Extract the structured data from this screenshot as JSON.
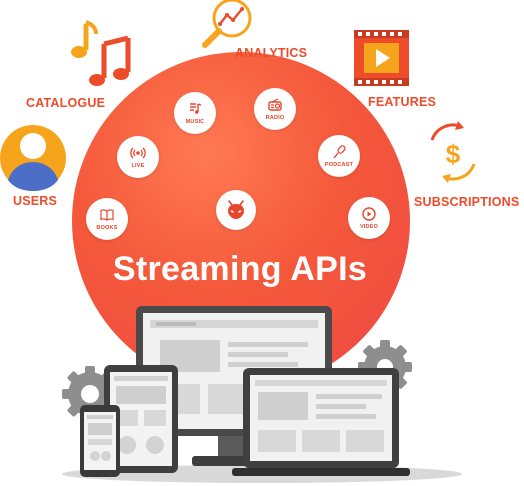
{
  "center_title": "Streaming APIs",
  "labels": {
    "analytics": "ANALYTICS",
    "catalogue": "CATALOGUE",
    "features": "FEATURES",
    "users": "USERS",
    "subscriptions": "SUBSCRIPTIONS"
  },
  "services": {
    "music": "MUSIC",
    "radio": "RADIO",
    "live": "LIVE",
    "podcast": "PODCAST",
    "books": "BOOKS",
    "video": "VIDEO"
  },
  "colors": {
    "accent": "#ee4b2b",
    "circle": "#f4583a",
    "music_note": "#f7a41d",
    "device_gray": "#6b6b6b"
  }
}
